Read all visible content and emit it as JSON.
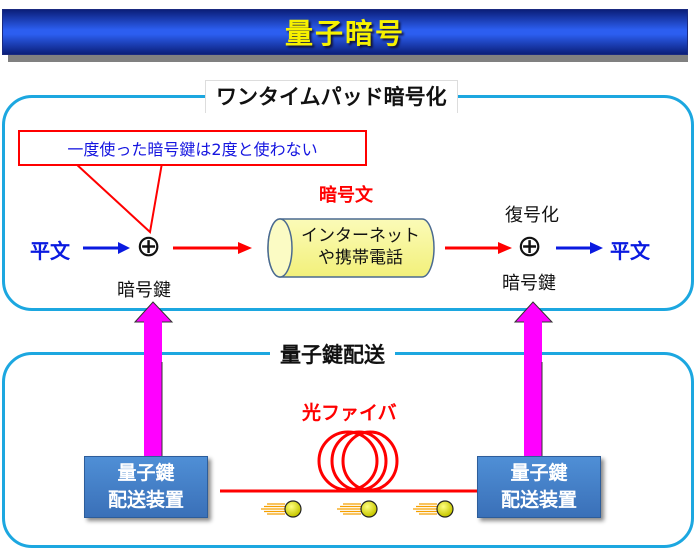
{
  "header": {
    "title": "量子暗号"
  },
  "one_time_pad": {
    "label": "ワンタイムパッド暗号化",
    "callout": "一度使った暗号鍵は2度と使わない",
    "plaintext_left": "平文",
    "xor_symbol": "⊕",
    "key_left": "暗号鍵",
    "ciphertext_label": "暗号文",
    "channel_line1": "インターネット",
    "channel_line2": "や携帯電話",
    "decrypt_label": "復号化",
    "key_right": "暗号鍵",
    "plaintext_right": "平文"
  },
  "qkd": {
    "label": "量子鍵配送",
    "fiber_label": "光ファイバ",
    "device_left_line1": "量子鍵",
    "device_left_line2": "配送装置",
    "device_right_line1": "量子鍵",
    "device_right_line2": "配送装置",
    "photon_count": 3
  },
  "colors": {
    "title_text": "#f7f200",
    "panel_border": "#1ca7e0",
    "plaintext": "#0a1ae0",
    "ciphertext": "#ff0000",
    "key_arrow": "#ff00ff",
    "device": "#3a70b8",
    "photon": "#e0e000",
    "photon_trail": "#f5a000"
  }
}
